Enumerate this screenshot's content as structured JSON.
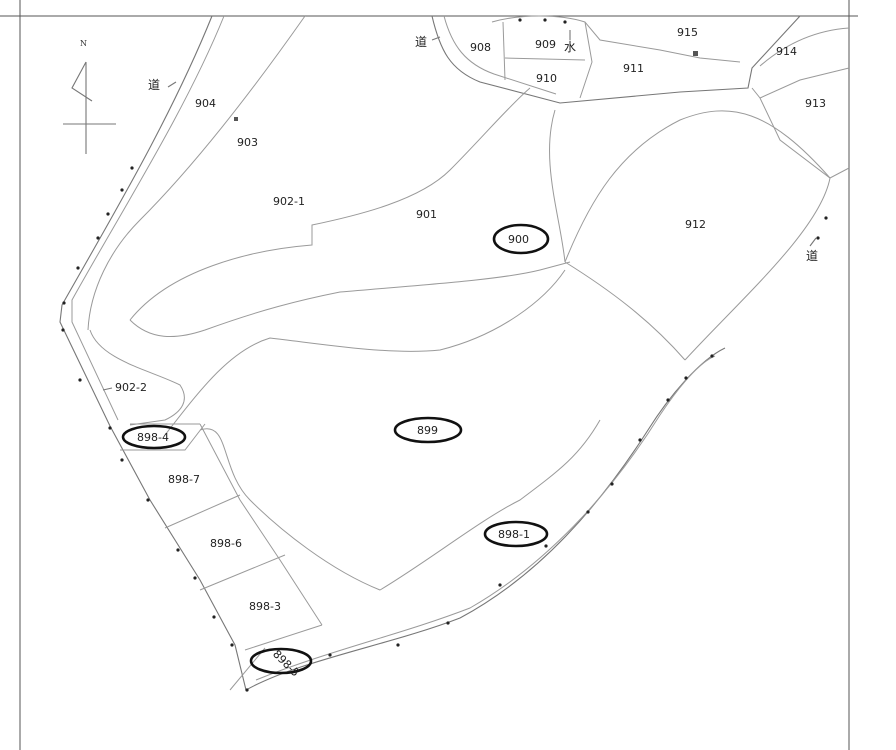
{
  "north_label": "N",
  "parcels": {
    "p904": "904",
    "p903": "903",
    "p902_1": "902-1",
    "p901": "901",
    "p900": "900",
    "p908": "908",
    "p909": "909",
    "p910": "910",
    "p911": "911",
    "p915": "915",
    "p914": "914",
    "p913": "913",
    "p912": "912",
    "p902_2": "902-2",
    "p898_4": "898-4",
    "p899": "899",
    "p898_7": "898-7",
    "p898_6": "898-6",
    "p898_1": "898-1",
    "p898_3": "898-3",
    "p898_5": "898-5"
  },
  "markers": {
    "road": "道",
    "water": "水"
  },
  "highlighted_parcels": [
    "900",
    "899",
    "898-4",
    "898-1",
    "898-5"
  ]
}
